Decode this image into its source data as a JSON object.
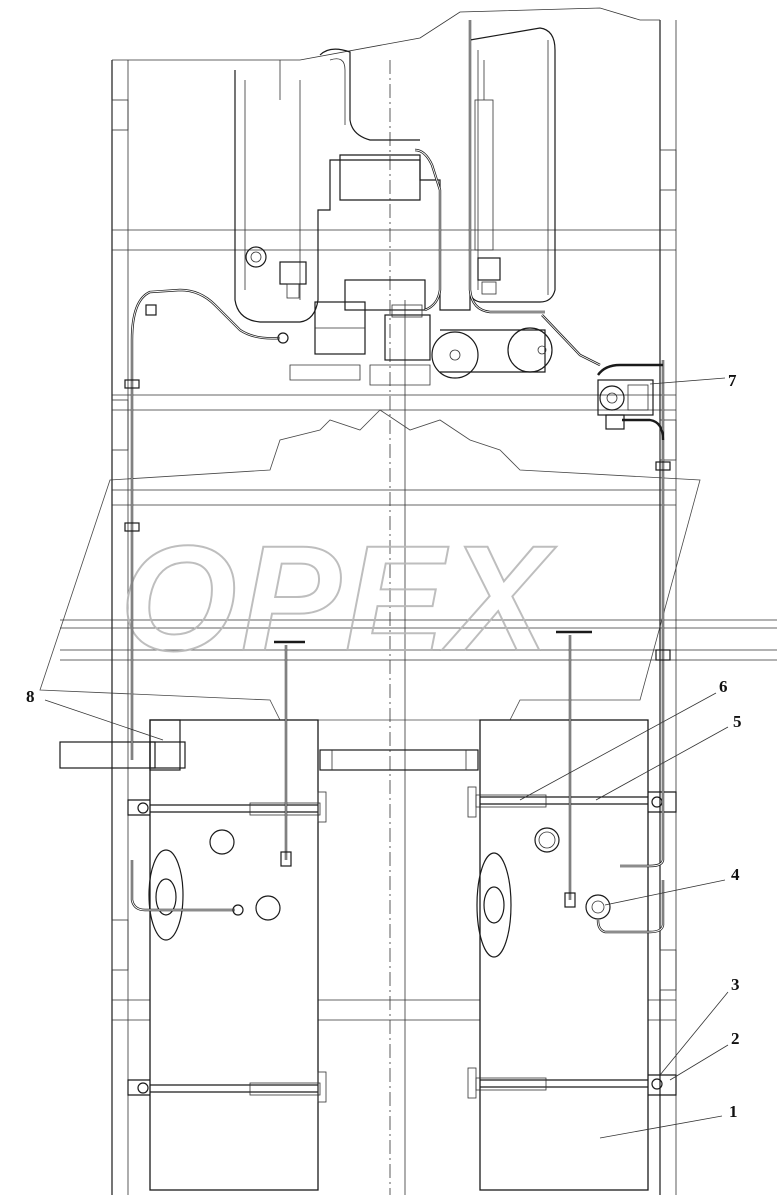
{
  "figure": {
    "watermark_text": "OPEX",
    "callouts": [
      {
        "label": "1"
      },
      {
        "label": "2"
      },
      {
        "label": "3"
      },
      {
        "label": "4"
      },
      {
        "label": "5"
      },
      {
        "label": "6"
      },
      {
        "label": "7"
      },
      {
        "label": "8"
      }
    ]
  }
}
